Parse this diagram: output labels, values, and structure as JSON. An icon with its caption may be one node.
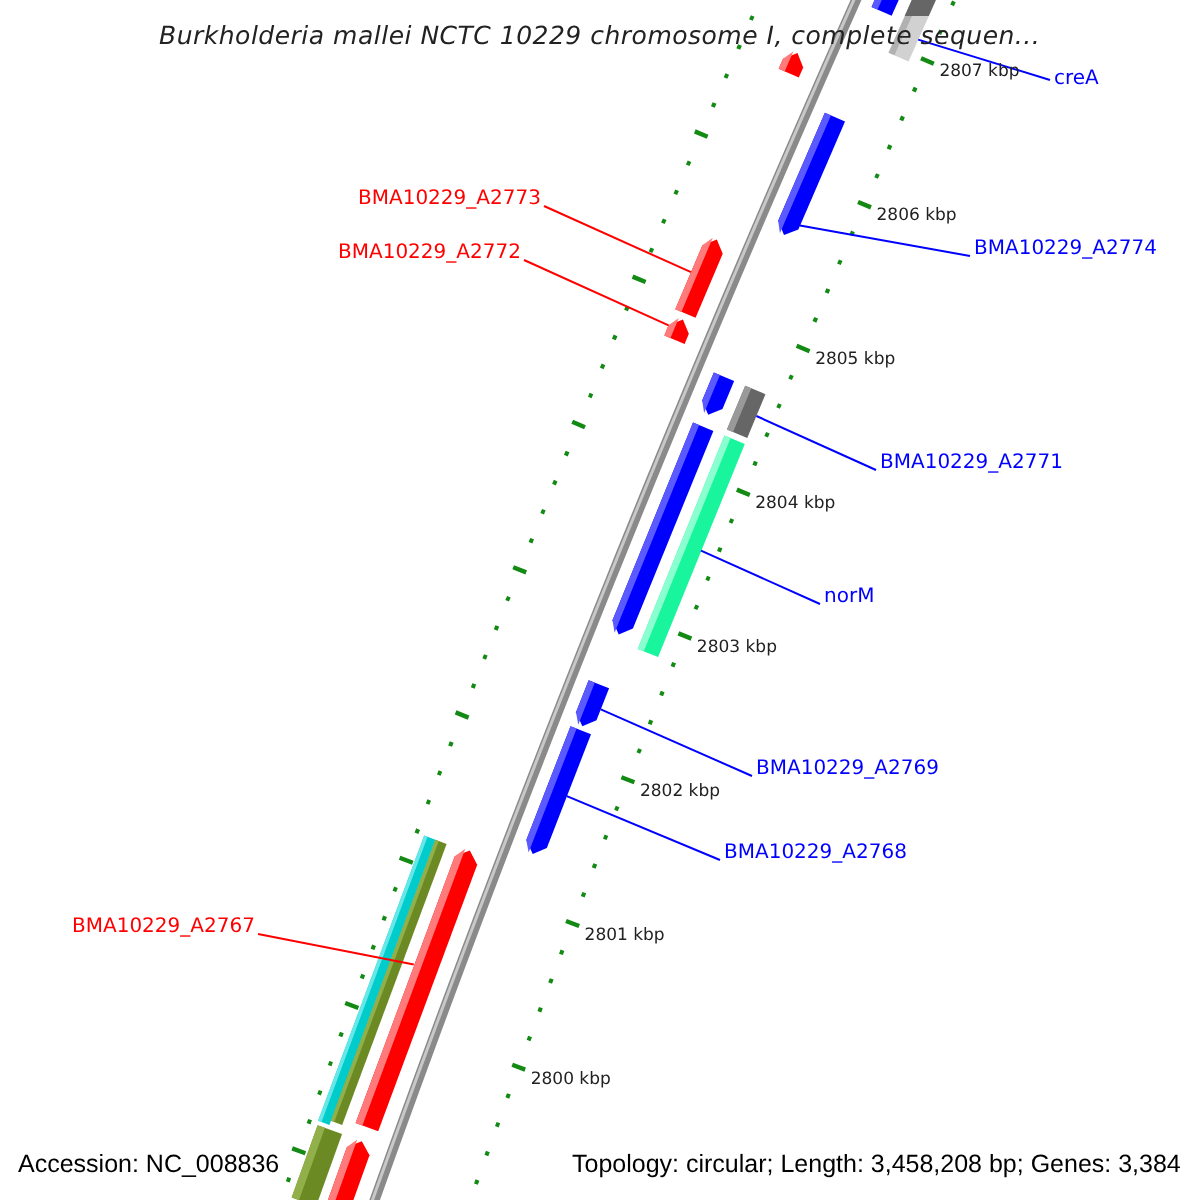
{
  "diagram": {
    "title": "Burkholderia mallei NCTC 10229 chromosome I, complete sequen...",
    "nodes": [
      {
        "text": [
          "creA"
        ]
      },
      {
        "text": [
          "BMA10229_A2774"
        ]
      },
      {
        "text": [
          "BMA10229_A2773"
        ]
      },
      {
        "text": [
          "BMA10229_A2772"
        ]
      },
      {
        "text": [
          "BMA10229_A2771"
        ]
      },
      {
        "text": [
          "norM"
        ]
      },
      {
        "text": [
          "BMA10229_A2769"
        ]
      },
      {
        "text": [
          "BMA10229_A2768"
        ]
      },
      {
        "text": [
          "BMA10229_A2767"
        ]
      },
      {
        "text": [],
        "shape": "bar"
      },
      {
        "text": [],
        "shape": "bar"
      },
      {
        "text": [],
        "shape": "bar"
      },
      {
        "text": [],
        "shape": "bar"
      },
      {
        "text": [],
        "shape": "bar"
      },
      {
        "text": [],
        "shape": "bar"
      },
      {
        "text": [],
        "shape": "bar"
      },
      {
        "text": [],
        "shape": "bar"
      },
      {
        "text": [],
        "shape": "bar"
      },
      {
        "text": [],
        "shape": "bar"
      },
      {
        "text": [],
        "shape": "bar"
      },
      {
        "text": [],
        "shape": "bar"
      },
      {
        "text": [],
        "shape": "bar"
      },
      {
        "text": [],
        "shape": "bar"
      },
      {
        "text": [],
        "shape": "bar"
      },
      {
        "text": [],
        "shape": "bar"
      },
      {
        "text": [],
        "shape": "bar"
      }
    ],
    "edges": [
      {
        "from": 0,
        "to": 10,
        "arrow": "none"
      },
      {
        "from": 1,
        "to": 12,
        "arrow": "none"
      },
      {
        "from": 2,
        "to": 13,
        "arrow": "none",
        "color": "#ff0000"
      },
      {
        "from": 3,
        "to": 14,
        "arrow": "none",
        "color": "#ff0000"
      },
      {
        "from": 4,
        "to": 16,
        "arrow": "none"
      },
      {
        "from": 5,
        "to": 18,
        "arrow": "none"
      },
      {
        "from": 6,
        "to": 19,
        "arrow": "none"
      },
      {
        "from": 7,
        "to": 20,
        "arrow": "none"
      },
      {
        "from": 8,
        "to": 21,
        "arrow": "none",
        "color": "#ff0000"
      }
    ],
    "labels": [
      "2807 kbp",
      "2806 kbp",
      "2805 kbp",
      "2804 kbp",
      "2803 kbp",
      "2802 kbp",
      "2801 kbp",
      "2800 kbp",
      "Accession: NC_008836",
      "Topology: circular; Length: 3,458,208 bp; Genes: 3,384"
    ]
  }
}
